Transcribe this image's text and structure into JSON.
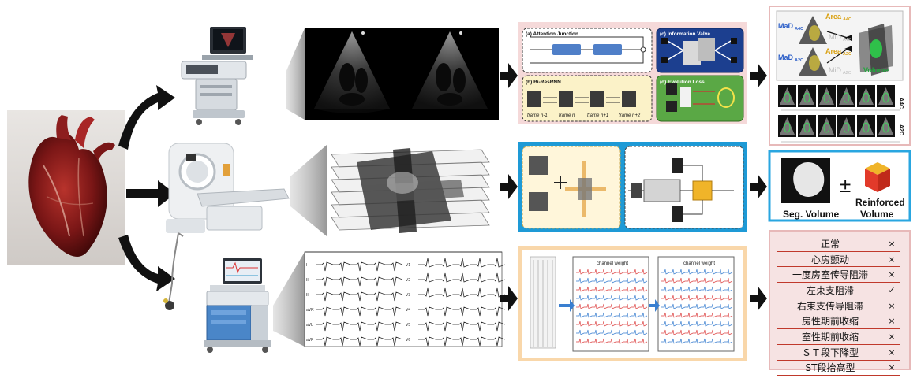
{
  "colors": {
    "echo_panel_bg": "#f5d9d9",
    "ct_panel_bg": "#1e9ad6",
    "ecg_panel_bg": "#f9d7aa",
    "result_box_border": "#e7b9b9",
    "volume_box_border": "#29a6e0",
    "list_divider": "#c0392b",
    "arrow": "#111111"
  },
  "icons": {
    "heart": "anatomical-heart-icon",
    "ultrasound": "ultrasound-machine-icon",
    "ct": "ct-scanner-icon",
    "ecg": "ecg-machine-icon",
    "cube": "red-cube-icon"
  },
  "echo_network": {
    "attention_title": "(a) Attention Junction",
    "info_valve_title": "(c) Information Valve",
    "birnn_title": "(b) Bi-ResRNN",
    "evolution_title": "(d) Evolution Loss",
    "frames": [
      "frame n-1",
      "frame n",
      "frame n+1",
      "frame n+2"
    ]
  },
  "echo_results": {
    "mad_a4c": "MaD",
    "mad_a4c_sub": "A4C",
    "area_a4c": "Area",
    "area_a4c_sub": "A4C",
    "mid_a4c": "MiD",
    "mid_a4c_sub": "A4C",
    "mad_a2c": "MaD",
    "mad_a2c_sub": "A2C",
    "area_a2c": "Area",
    "area_a2c_sub": "A2C",
    "mid_a2c": "MiD",
    "mid_a2c_sub": "A2C",
    "volume_label": "Volume",
    "row_a4c": "A4C",
    "row_a2c": "A2C"
  },
  "ct_results": {
    "seg_volume": "Seg. Volume",
    "plus_minus": "±",
    "reinforced_line1": "Reinforced",
    "reinforced_line2": "Volume"
  },
  "ecg_leads": [
    "I",
    "II",
    "III",
    "aVR",
    "aVL",
    "aVF",
    "V1",
    "V2",
    "V3",
    "V4",
    "V5",
    "V6"
  ],
  "ecg_network": {
    "channel_weight": "channel weight"
  },
  "diagnoses": [
    {
      "name": "正常",
      "mark": "×"
    },
    {
      "name": "心房颤动",
      "mark": "×"
    },
    {
      "name": "一度房室传导阻滞",
      "mark": "×"
    },
    {
      "name": "左束支阻滞",
      "mark": "✓"
    },
    {
      "name": "右束支传导阻滞",
      "mark": "×"
    },
    {
      "name": "房性期前收缩",
      "mark": "×"
    },
    {
      "name": "室性期前收缩",
      "mark": "×"
    },
    {
      "name": "ＳＴ段下降型",
      "mark": "×"
    },
    {
      "name": "ST段抬高型",
      "mark": "×"
    }
  ]
}
